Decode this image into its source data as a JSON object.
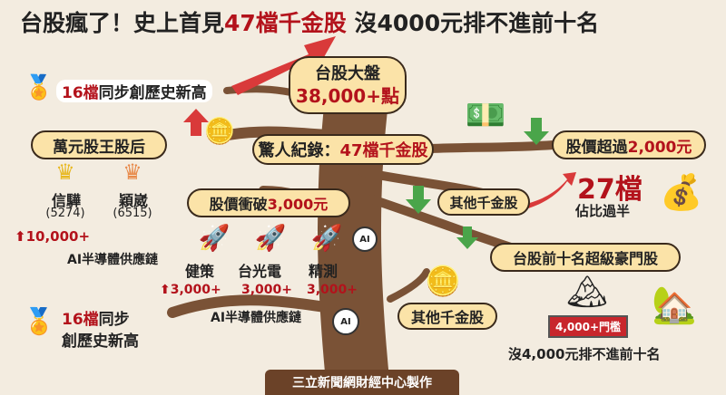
{
  "title": {
    "part1": "台股瘋了！史上首見",
    "highlight": "47檔千金股",
    "part2": " 沒4000元排不進前十名"
  },
  "index": {
    "label": "台股大盤",
    "value": "38,000+點"
  },
  "record_top": {
    "highlight": "16檔",
    "text": "同步創歷史新高"
  },
  "kings": {
    "label": "萬元股王股后",
    "stocks": [
      {
        "name": "信驊",
        "code": "(5274)"
      },
      {
        "name": "穎崴",
        "code": "(6515)"
      }
    ],
    "price": "10,000+"
  },
  "center": {
    "label": "驚人紀錄：",
    "highlight": "47檔千金股"
  },
  "over2000": {
    "label": "股價超過",
    "highlight": "2,000元",
    "count": "27檔",
    "note": "佔比過半"
  },
  "other_branch": {
    "label": "其他千金股"
  },
  "over3000": {
    "label": "股價衝破",
    "highlight": "3,000元",
    "stocks": [
      "健策",
      "台光電",
      "精測"
    ],
    "prices": [
      "3,000+",
      "3,000+",
      "3,000+"
    ],
    "chain_top": "AI半導體供應鏈",
    "chain_bottom": "AI半導體供應鏈"
  },
  "record_bottom": {
    "highlight": "16檔",
    "line1": "同步",
    "line2": "創歷史新高"
  },
  "other": {
    "label": "其他千金股"
  },
  "top10": {
    "label": "台股前十名超級豪門股",
    "threshold": "4,000+門檻",
    "note": "沒4,000元排不進前十名"
  },
  "chip_label": "AI",
  "footer": "三立新聞網財經中心製作",
  "colors": {
    "red": "#b3121b",
    "trunk": "#7a5236",
    "pill": "#fbe3a8",
    "green": "#4aa54a"
  }
}
